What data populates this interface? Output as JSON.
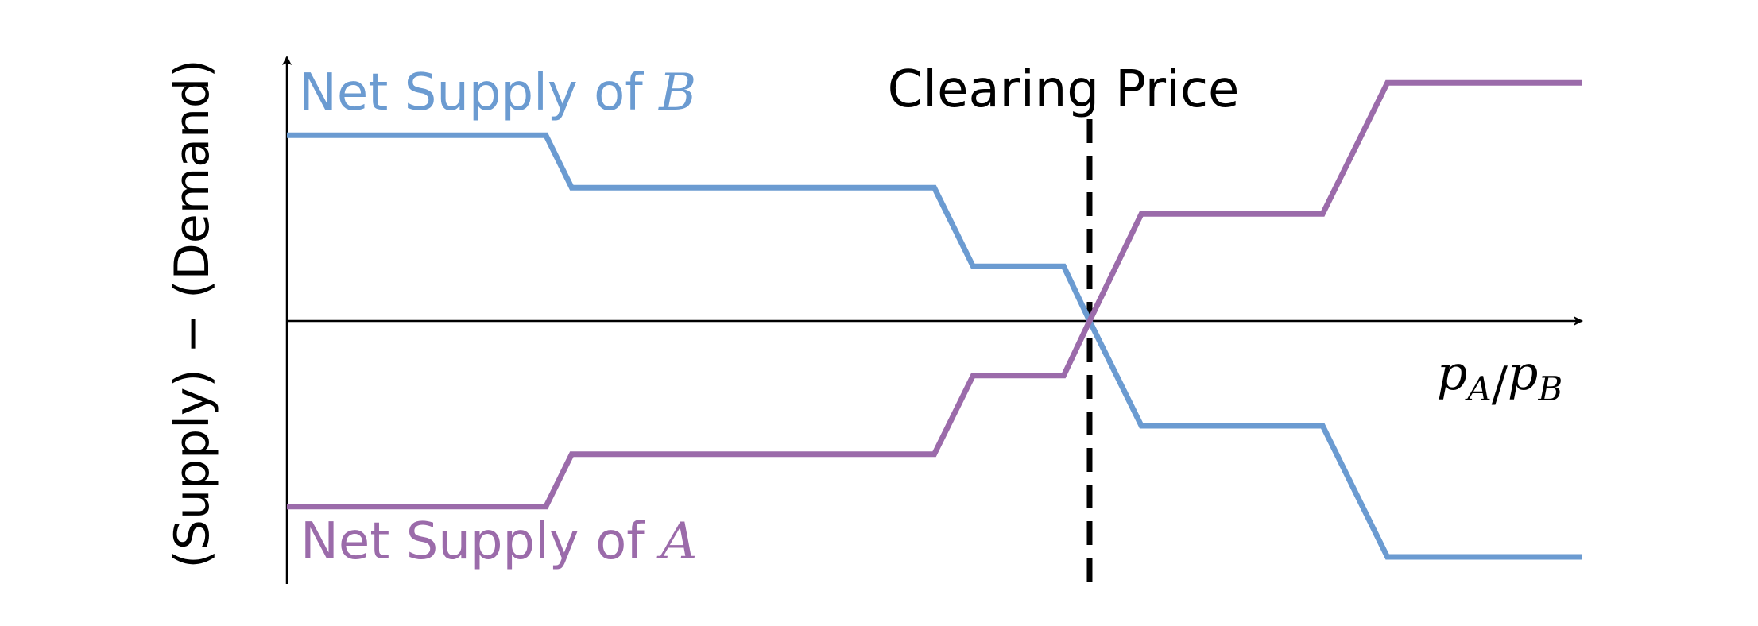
{
  "chart_data": {
    "type": "line",
    "title": "",
    "xlabel": "p_A/p_B",
    "ylabel": "(Supply) − (Demand)",
    "xlim": [
      0,
      100
    ],
    "ylim": [
      -100,
      100
    ],
    "grid": false,
    "annotation": {
      "text": "Clearing Price",
      "x": 62
    },
    "series": [
      {
        "name": "Net Supply of B",
        "label_prefix": "Net Supply of ",
        "label_var": "B",
        "color": "#6b9bd1",
        "x": [
          0,
          20,
          22,
          50,
          53,
          60,
          62,
          66,
          80,
          85,
          100
        ],
        "y": [
          85,
          85,
          61,
          61,
          25,
          25,
          0,
          -48,
          -48,
          -108,
          -108
        ]
      },
      {
        "name": "Net Supply of A",
        "label_prefix": "Net Supply of ",
        "label_var": "A",
        "color": "#9b6baa",
        "x": [
          0,
          20,
          22,
          50,
          53,
          60,
          62,
          66,
          80,
          85,
          100
        ],
        "y": [
          -85,
          -85,
          -61,
          -61,
          -25,
          -25,
          0,
          49,
          49,
          109,
          109
        ]
      }
    ]
  }
}
